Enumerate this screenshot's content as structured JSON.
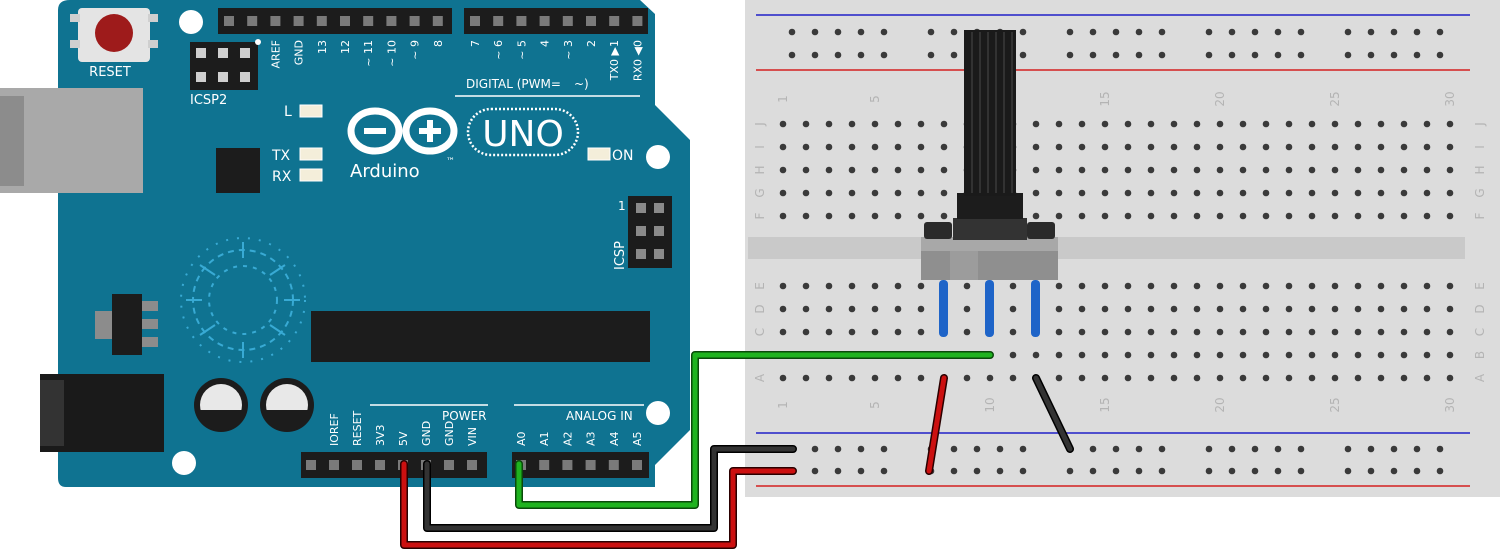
{
  "board": {
    "reset": "RESET",
    "icsp2": "ICSP2",
    "brand": "Arduino",
    "model": "UNO",
    "tm": "™",
    "led_l": "L",
    "led_tx": "TX",
    "led_rx": "RX",
    "led_on": "ON",
    "icsp": "ICSP",
    "icsp_pin1": "1",
    "digital_label": "DIGITAL (PWM=",
    "digital_tilde": "~)",
    "top_pins": [
      "AREF",
      "GND",
      "13",
      "12",
      "~ 11",
      "~ 10",
      "~ 9",
      "8",
      "7",
      "~ 6",
      "~ 5",
      "4",
      "~ 3",
      "2",
      "TX0 ▶1",
      "RX0 ◀0"
    ],
    "power_label": "POWER",
    "analog_label": "ANALOG IN",
    "power_pins": [
      "IOREF",
      "RESET",
      "3V3",
      "5V",
      "GND",
      "GND",
      "VIN"
    ],
    "analog_pins": [
      "A0",
      "A1",
      "A2",
      "A3",
      "A4",
      "A5"
    ]
  },
  "breadboard": {
    "row_letters_top": [
      "J",
      "I",
      "H",
      "G",
      "F"
    ],
    "row_letters_bottom": [
      "E",
      "D",
      "C",
      "B",
      "A"
    ],
    "column_numbers": [
      "1",
      "5",
      "10",
      "15",
      "20",
      "25",
      "30"
    ]
  },
  "colors": {
    "board": "#0f7391",
    "wire_5v": "#cc1010",
    "wire_gnd": "#222222",
    "wire_signal": "#1fb31f",
    "pot_leg": "#1e64c8",
    "rail_red": "#d42020",
    "rail_blue": "#2020c8"
  }
}
